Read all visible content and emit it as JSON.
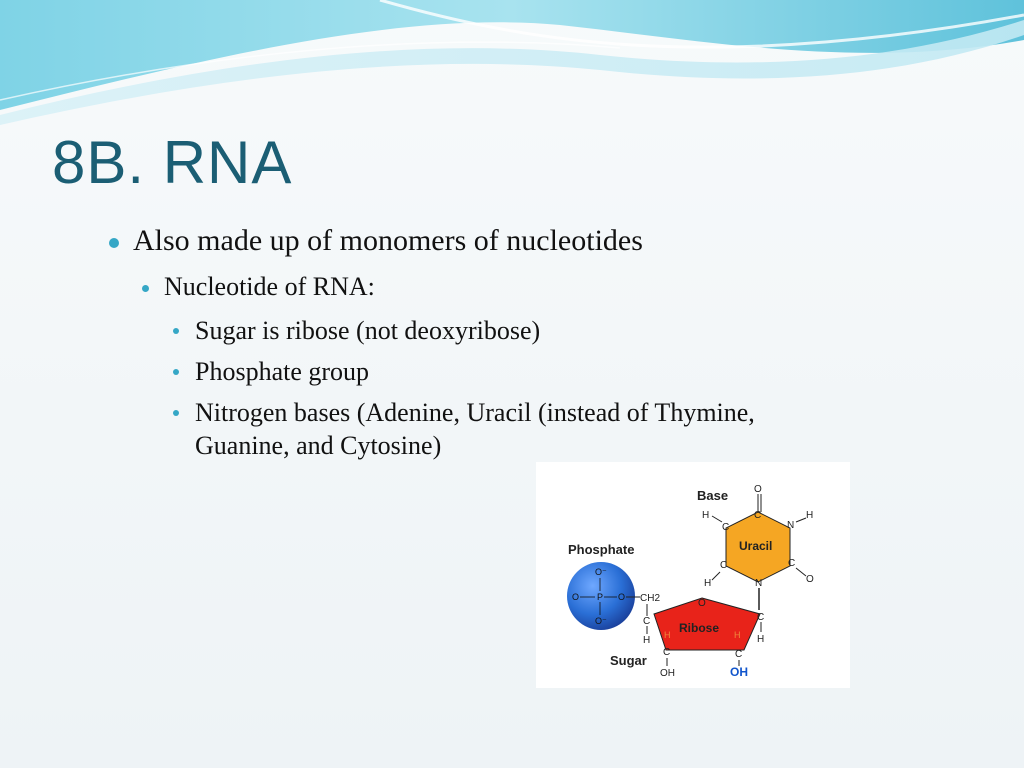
{
  "slide": {
    "title": "8B. RNA",
    "bullets": {
      "l1": "Also made up of monomers of nucleotides",
      "l2": "Nucleotide of RNA:",
      "l3a": "Sugar is ribose (not deoxyribose)",
      "l3b": "Phosphate group",
      "l3c_line1": "Nitrogen bases (Adenine, Uracil (instead of Thymine,",
      "l3c_line2": "Guanine, and Cytosine)"
    }
  },
  "diagram": {
    "label_base": "Base",
    "label_phosphate": "Phosphate",
    "label_sugar": "Sugar",
    "label_uracil": "Uracil",
    "label_ribose": "Ribose",
    "atom_o": "O",
    "atom_c": "C",
    "atom_n": "N",
    "atom_h": "H",
    "atom_p": "P",
    "atom_o_minus": "O⁻",
    "group_ch2": "CH2",
    "group_oh": "OH",
    "colors": {
      "uracil": "#f5a623",
      "ribose": "#e8231a",
      "phosphate": "#2a6fd6",
      "oh_highlight": "#1155cc",
      "h_highlight": "#f08a3c"
    }
  }
}
